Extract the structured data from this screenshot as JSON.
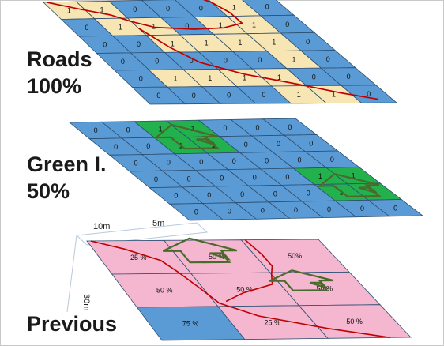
{
  "colors": {
    "roads_cell_zero": "#5b9bd5",
    "roads_cell_one": "#f7e6b4",
    "green_cell_zero": "#5b9bd5",
    "green_cell_one": "#22b14c",
    "previous_cell_pink": "#f5b6d0",
    "previous_cell_blue": "#5b9bd5",
    "road_line": "#c00000",
    "park_outline": "#4a6a2c",
    "grid_line": "#2d4f72"
  },
  "layers": [
    {
      "id": "roads",
      "label_line1": "Roads",
      "label_line2": "100%",
      "values": [
        [
          "1",
          "1",
          "0",
          "0",
          "0",
          "1",
          "0"
        ],
        [
          "0",
          "1",
          "1",
          "0",
          "1",
          "1",
          "0"
        ],
        [
          "0",
          "0",
          "1",
          "1",
          "1",
          "1",
          "0"
        ],
        [
          "0",
          "0",
          "0",
          "0",
          "0",
          "1",
          "0"
        ],
        [
          "0",
          "1",
          "1",
          "1",
          "1",
          "0",
          "0"
        ],
        [
          "0",
          "0",
          "0",
          "0",
          "1",
          "1",
          "0"
        ]
      ]
    },
    {
      "id": "green",
      "label_line1": "Green I.",
      "label_line2": "50%",
      "values": [
        [
          "0",
          "0",
          "1",
          "1",
          "0",
          "0",
          "0"
        ],
        [
          "0",
          "0",
          "1",
          "1",
          "0",
          "0",
          "0"
        ],
        [
          "0",
          "0",
          "0",
          "0",
          "0",
          "0",
          "0"
        ],
        [
          "0",
          "0",
          "0",
          "0",
          "0",
          "1",
          "1"
        ],
        [
          "0",
          "0",
          "0",
          "0",
          "0",
          "1",
          "1"
        ],
        [
          "0",
          "0",
          "0",
          "0",
          "0",
          "0",
          "0"
        ]
      ]
    },
    {
      "id": "previous",
      "label_line1": "Previous",
      "values": [
        [
          "25 %",
          "50 %",
          "50%"
        ],
        [
          "50 %",
          "50 %",
          "50 %"
        ],
        [
          "75 %",
          "25 %",
          "50 %"
        ]
      ]
    }
  ],
  "scale": {
    "label_10m": "10m",
    "label_5m": "5m",
    "label_30m": "30m"
  }
}
